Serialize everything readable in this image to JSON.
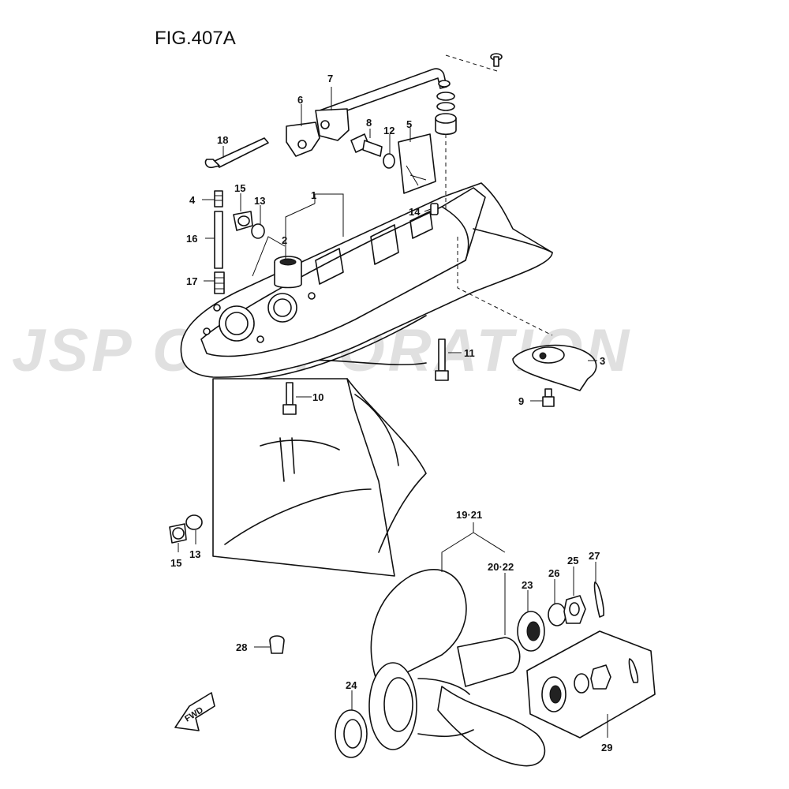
{
  "figure": {
    "title": "FIG.407A"
  },
  "watermark": {
    "text": "JSP CORPORATION"
  },
  "direction_badge": {
    "label": "FWD"
  },
  "callouts": {
    "c1": "1",
    "c2": "2",
    "c3": "3",
    "c4": "4",
    "c5": "5",
    "c6": "6",
    "c7": "7",
    "c8": "8",
    "c9": "9",
    "c10": "10",
    "c11": "11",
    "c12": "12",
    "c13a": "13",
    "c13b": "13",
    "c14": "14",
    "c15a": "15",
    "c15b": "15",
    "c16": "16",
    "c17": "17",
    "c18": "18",
    "c19_21": "19·21",
    "c20_22": "20·22",
    "c23": "23",
    "c24": "24",
    "c25": "25",
    "c26": "26",
    "c27": "27",
    "c28": "28",
    "c29": "29"
  }
}
